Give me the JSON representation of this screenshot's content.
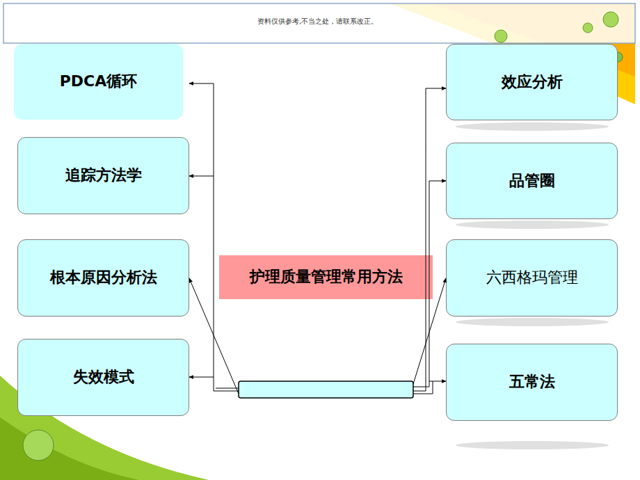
{
  "diagram": {
    "nodes": [
      {
        "text": [
          "PDCA循环"
        ]
      },
      {
        "text": [
          "效应分析"
        ]
      },
      {
        "text": [
          "追踪方法学"
        ]
      },
      {
        "text": [
          "品管圈"
        ]
      },
      {
        "text": [
          "根本原因分析法"
        ]
      },
      {
        "text": [
          "护理质量管理常用方法"
        ]
      },
      {
        "text": [
          "六西格玛管理"
        ]
      },
      {
        "text": [
          "失效模式"
        ]
      },
      {
        "text": [
          "五常法"
        ]
      }
    ],
    "labels": [
      "资料仅供参考,不当之处，请联系改正。"
    ]
  }
}
